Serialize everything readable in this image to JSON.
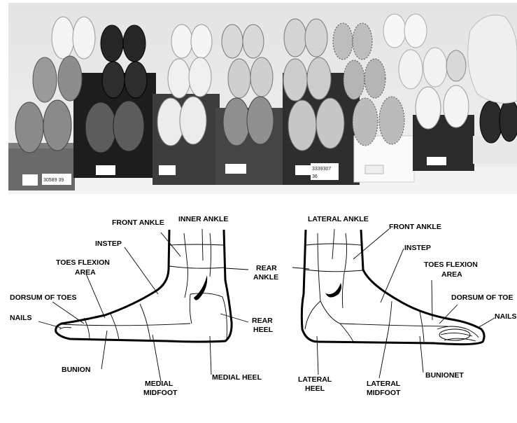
{
  "photo": {
    "description_icon": "shoe-display-photo",
    "box_labels": [
      "30589 39",
      "3339307",
      "36"
    ]
  },
  "labels": {
    "left_foot": {
      "front_ankle": "FRONT ANKLE",
      "inner_ankle": "INNER ANKLE",
      "instep": "INSTEP",
      "toes_flexion_1": "TOES FLEXION",
      "toes_flexion_2": "AREA",
      "dorsum_of_toes": "DORSUM OF TOES",
      "nails": "NAILS",
      "rear_ankle_1": "REAR",
      "rear_ankle_2": "ANKLE",
      "rear_heel_1": "REAR",
      "rear_heel_2": "HEEL",
      "bunion": "BUNION",
      "medial_midfoot_1": "MEDIAL",
      "medial_midfoot_2": "MIDFOOT",
      "medial_heel": "MEDIAL HEEL"
    },
    "right_foot": {
      "lateral_ankle": "LATERAL ANKLE",
      "front_ankle": "FRONT ANKLE",
      "instep": "INSTEP",
      "toes_flexion_1": "TOES FLEXION",
      "toes_flexion_2": "AREA",
      "dorsum_of_toes": "DORSUM OF TOE",
      "nails": "NAILS",
      "lateral_heel_1": "LATERAL",
      "lateral_heel_2": "HEEL",
      "lateral_midfoot_1": "LATERAL",
      "lateral_midfoot_2": "MIDFOOT",
      "bunionet": "BUNIONET"
    }
  }
}
